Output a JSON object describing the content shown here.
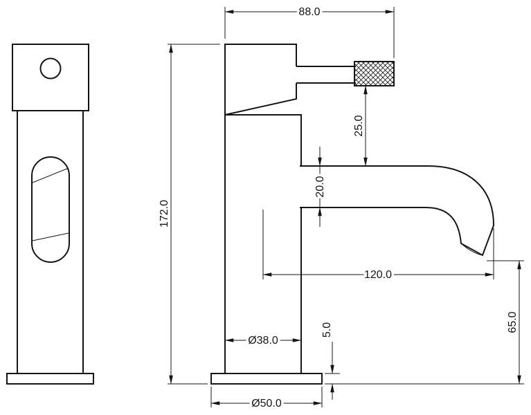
{
  "drawing": {
    "dims": {
      "top_width": "88.0",
      "total_height": "172.0",
      "handle_clearance": "25.0",
      "spout_tube_diameter": "20.0",
      "spout_reach": "120.0",
      "outlet_height": "65.0",
      "base_thickness": "5.0",
      "body_diameter": "Ø38.0",
      "base_diameter": "Ø50.0"
    }
  }
}
